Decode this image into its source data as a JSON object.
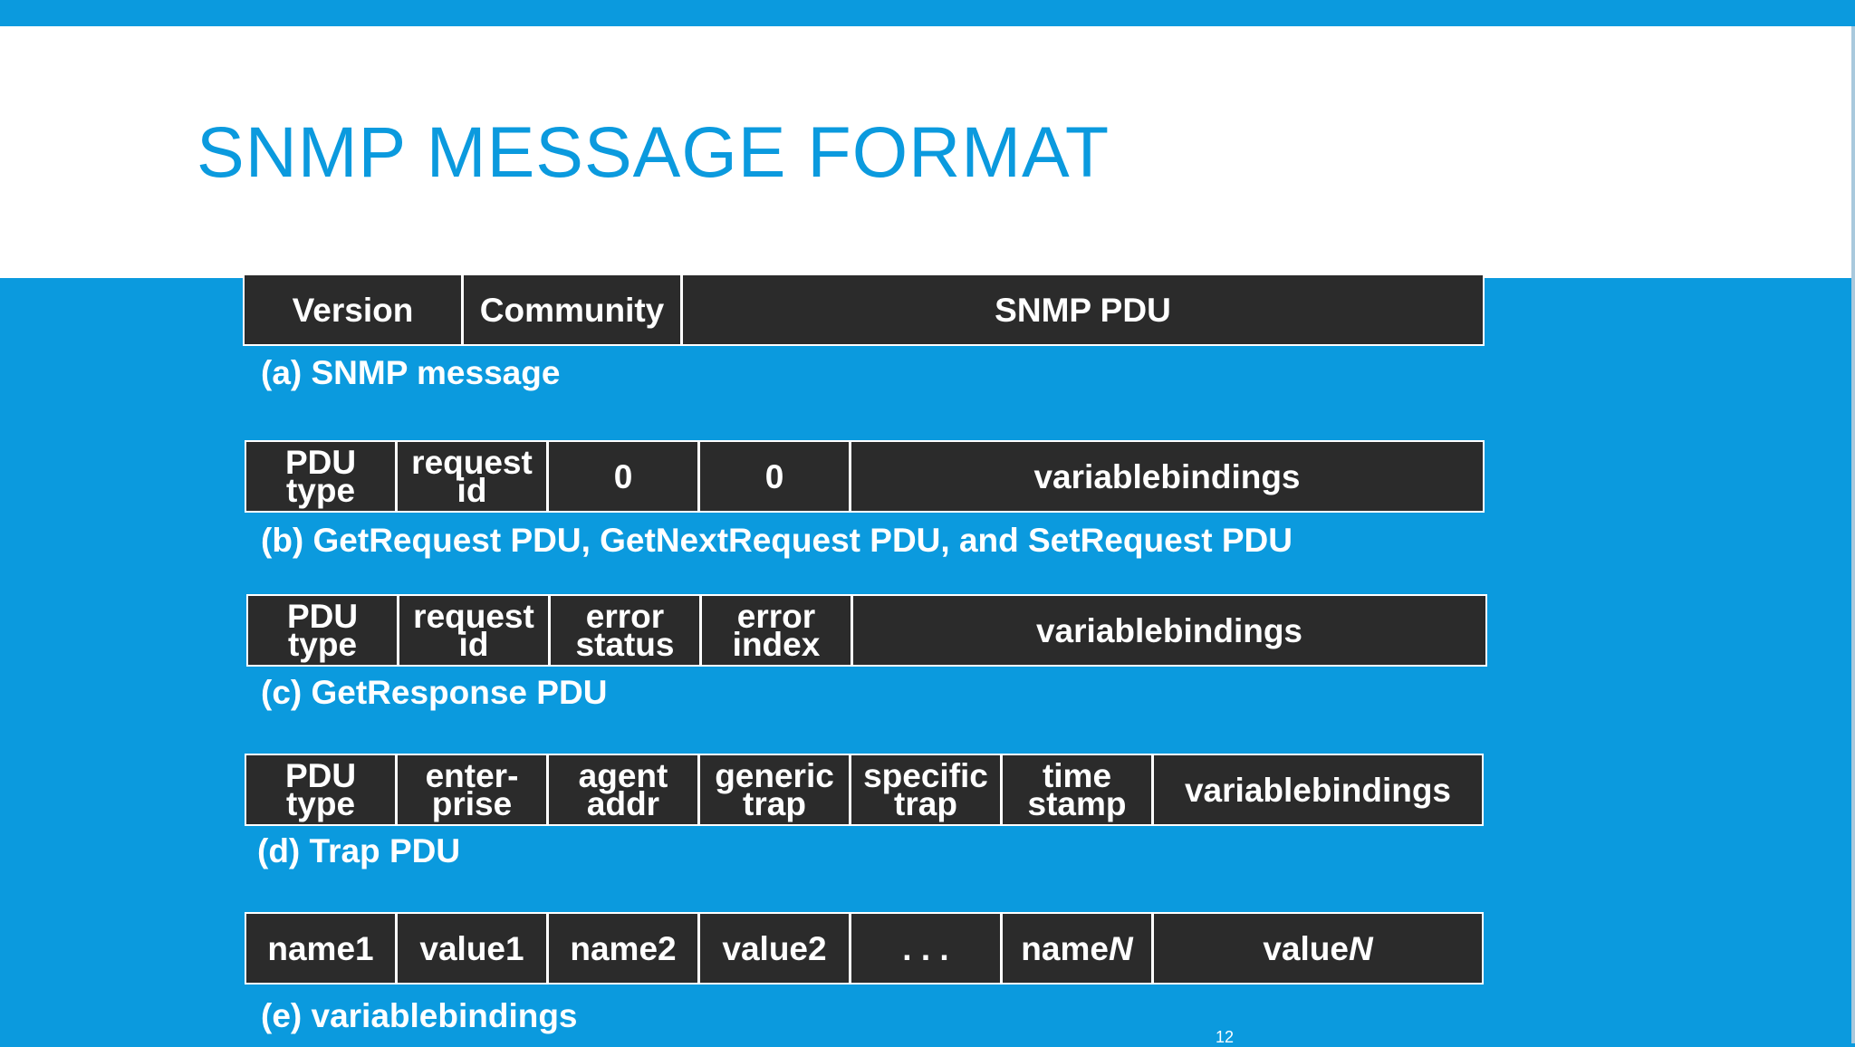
{
  "slide": {
    "title": "SNMP MESSAGE FORMAT",
    "page_number": "12",
    "colors": {
      "accent": "#0b9ade",
      "cell": "#2b2b2b",
      "text": "#ffffff"
    }
  },
  "formats": [
    {
      "caption": "(a) SNMP message",
      "fields": [
        "Version",
        "Community",
        "SNMP PDU"
      ]
    },
    {
      "caption": "(b) GetRequest PDU, GetNextRequest PDU, and SetRequest PDU",
      "fields": [
        "PDU\ntype",
        "request\nid",
        "0",
        "0",
        "variablebindings"
      ]
    },
    {
      "caption": "(c) GetResponse PDU",
      "fields": [
        "PDU\ntype",
        "request\nid",
        "error\nstatus",
        "error\nindex",
        "variablebindings"
      ]
    },
    {
      "caption": "(d) Trap PDU",
      "fields": [
        "PDU\ntype",
        "enter-\nprise",
        "agent\naddr",
        "generic\ntrap",
        "specific\ntrap",
        "time\nstamp",
        "variablebindings"
      ]
    },
    {
      "caption": "(e) variablebindings",
      "fields": [
        "name1",
        "value1",
        "name2",
        "value2",
        ". . .",
        "name",
        "N",
        "value",
        "N"
      ]
    }
  ]
}
